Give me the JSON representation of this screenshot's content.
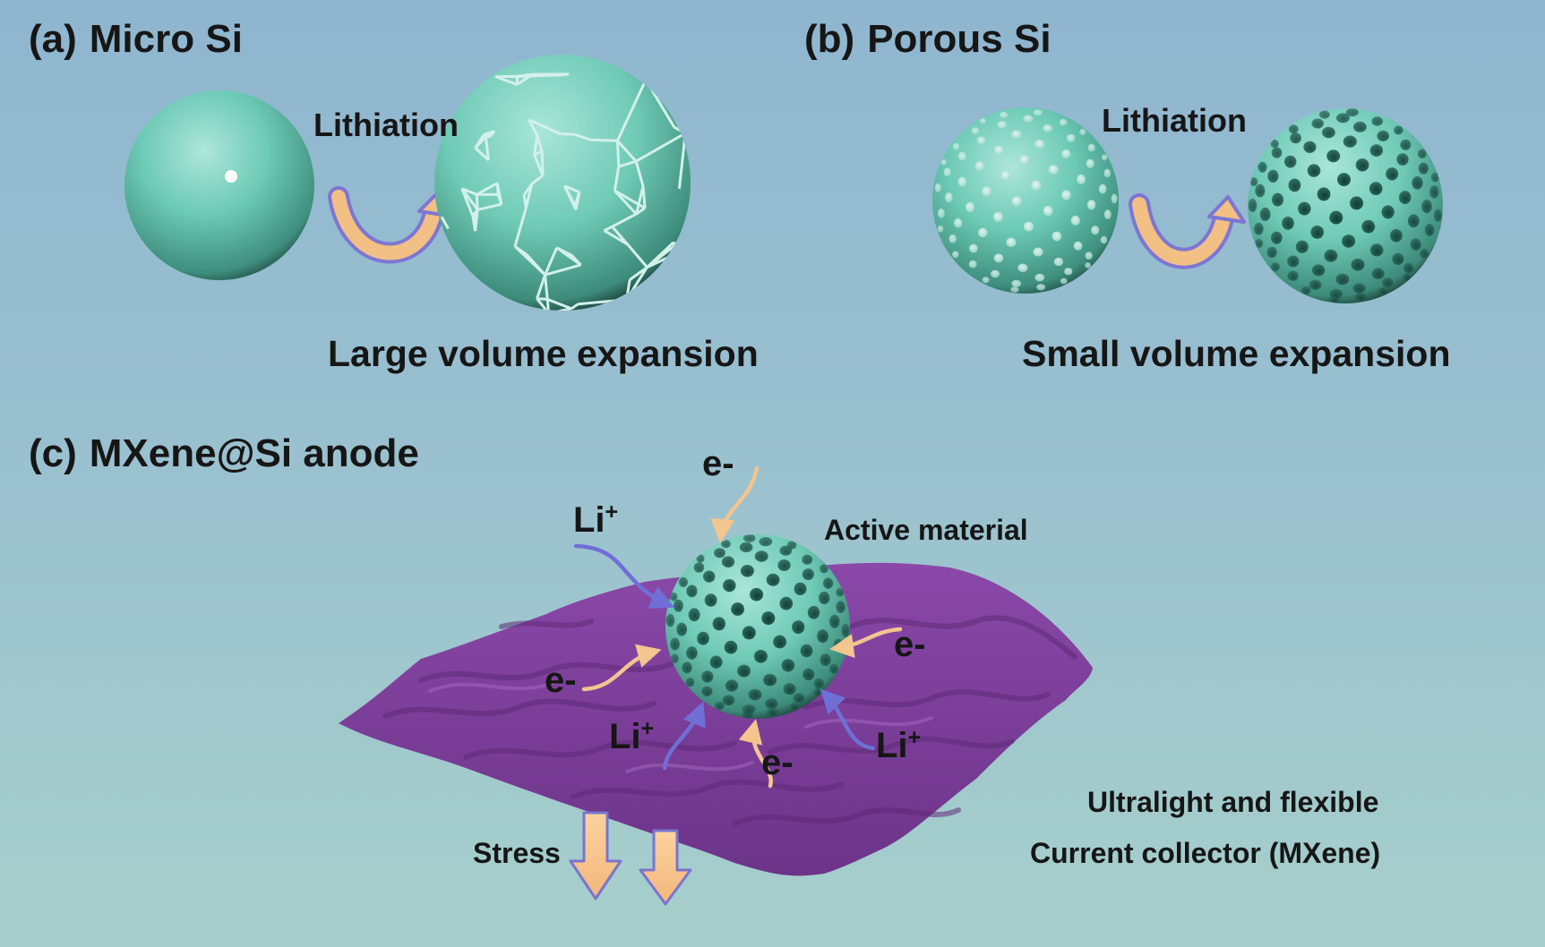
{
  "panels": {
    "a": {
      "letter": "(a)",
      "title": "Micro Si",
      "process": "Lithiation",
      "caption": "Large volume expansion"
    },
    "b": {
      "letter": "(b)",
      "title": "Porous Si",
      "process": "Lithiation",
      "caption": "Small volume expansion"
    },
    "c": {
      "letter": "(c)",
      "title": "MXene@Si anode"
    }
  },
  "labels": {
    "active_material": "Active material",
    "collector_line1": "Ultralight and flexible",
    "collector_line2": "Current collector (MXene)",
    "stress": "Stress",
    "electron": "e-",
    "lithium_ion": "Li",
    "lithium_charge": "+"
  },
  "colors": {
    "particle": "#74cab8",
    "collector": "#7d3f9b",
    "electron_arrow": "#f3c58f",
    "lithium_arrow": "#6f6fd6",
    "stress_arrow": "#f6c089"
  }
}
